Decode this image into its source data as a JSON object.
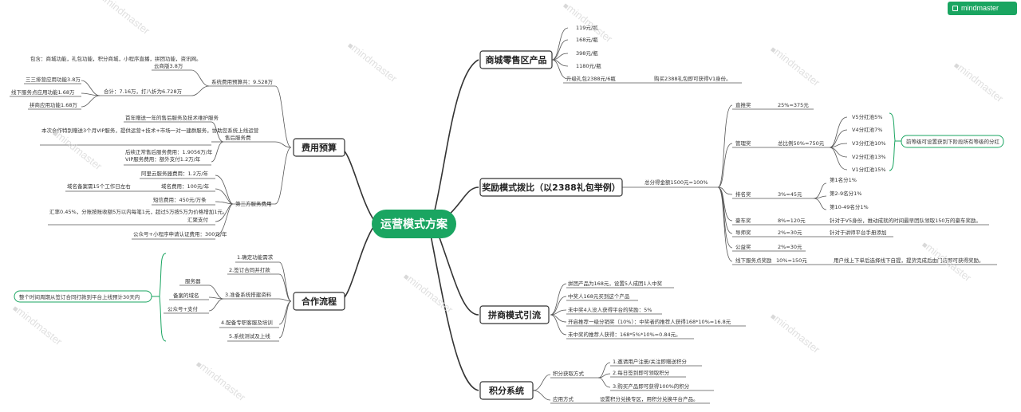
{
  "brand": {
    "logo_text": "mindmaster",
    "watermark": "mindmaster",
    "accent": "#1aa561"
  },
  "center": "运营模式方案",
  "branches": {
    "retail": {
      "title": "商城零售区产品",
      "items": [
        "119元/瓶",
        "168元/瓶",
        "398元/瓶",
        "1180元/瓶",
        "升级礼包2388元/6瓶"
      ],
      "note": "购买2388礼包即可获得V1身份。"
    },
    "reward": {
      "title": "奖励模式拨比（以2388礼包举例）",
      "total": "总分得金额1500元=100%",
      "direct": {
        "label": "直推奖",
        "value": "25%=375元"
      },
      "manage": {
        "label": "管理奖",
        "value": "总比例50%=750元",
        "levels": [
          "V5分红池5%",
          "V4分红池7%",
          "V3分红池10%",
          "V2分红池13%",
          "V1分红池15%"
        ],
        "note": "前等级可设置获到下阶段所有等级的分红"
      },
      "rank": {
        "label": "排名奖",
        "value": "3%=45元",
        "items": [
          "第1名分1%",
          "第2-9名分1%",
          "第10-49名分1%"
        ]
      },
      "car": {
        "label": "豪车奖",
        "value": "8%=120元",
        "note": "针对于V5身份，推动成就的时间最早团队领取150万的豪车奖励。"
      },
      "mentor": {
        "label": "导师奖",
        "value": "2%=30元",
        "note": "针对于讲师平台手册添加"
      },
      "charity": {
        "label": "公益奖",
        "value": "2%=30元"
      },
      "offline": {
        "label": "线下服务点奖励",
        "value": "10%=150元",
        "note": "用户线上下单后选择线下自提，提货完成后由门店即可获得奖励。"
      }
    },
    "group": {
      "title": "拼商模式引流",
      "items": [
        "拼团产品为168元，设置5人成团1人中奖",
        "中奖人168元买到这个产品",
        "未中奖4人没人获得平台的奖励：5%",
        "开启推荐一级分销奖（10%）：中奖者的推荐人获得168*10%=16.8元",
        "未中奖的推荐人获得：168*5%*10%=0.84元。"
      ]
    },
    "points": {
      "title": "积分系统",
      "obtain": {
        "label": "积分获取方式",
        "items": [
          "1.邀请用户注册/关注即赠送积分",
          "2.每日签到即可领取积分",
          "3.购买产品即可获得100%的积分"
        ]
      },
      "use": {
        "label": "应用方式",
        "note": "设置积分兑换专区，用积分兑换平台产品。"
      }
    },
    "budget": {
      "title": "费用预算",
      "system": {
        "label": "系统费用预算共：9.528万",
        "cloud": {
          "label": "云商版3.8万",
          "note": "包含：商城功能，礼包功能，积分商城，小程序直播，拼团功能，资讯网。"
        },
        "subtotal": {
          "label": "合计：7.16万，打八折为6.728万",
          "items": [
            "三三排营应用功能3.8万",
            "线下服务点应用功能1.68万",
            "拼商应用功能1.68万"
          ]
        }
      },
      "after_sales": {
        "label": "售后服务费",
        "items": [
          "首年赠送一年的售后服务及技术维护服务",
          "本次合作特别赠送3个月VIP服务，提供运营+技术+市场一对一建群服务，协助您系统上线运营",
          "后续正常售后服务费用：1.9056万/年\nVIP服务费用：额外支付1.2万/年"
        ]
      },
      "third_party": {
        "label": "第三方服务费用",
        "items": [
          "阿里云服务器费用：1.2万/年",
          "域名费用：100元/年",
          "短信费用：450元/万条",
          "汇聚支付",
          "公众号+小程序申请认证费用：300元/年"
        ],
        "domain_note": "域名备案需15个工作日左右",
        "pay_note": "汇率0.45%，分账按账收额5万以内每笔1元，超过5万按5万为价格增加1元。"
      }
    },
    "coop": {
      "title": "合作流程",
      "steps": [
        "1.确定功能需求",
        "2.签订合同并打款",
        "3.准备系统搭建资料",
        "4.配备专职客服及培训",
        "5.系统测试及上线"
      ],
      "prep": [
        "服务器",
        "备案的域名",
        "公众号+支付"
      ],
      "timeline_note": "整个时间周期从签订合同打款到平台上线预计30天内"
    }
  }
}
